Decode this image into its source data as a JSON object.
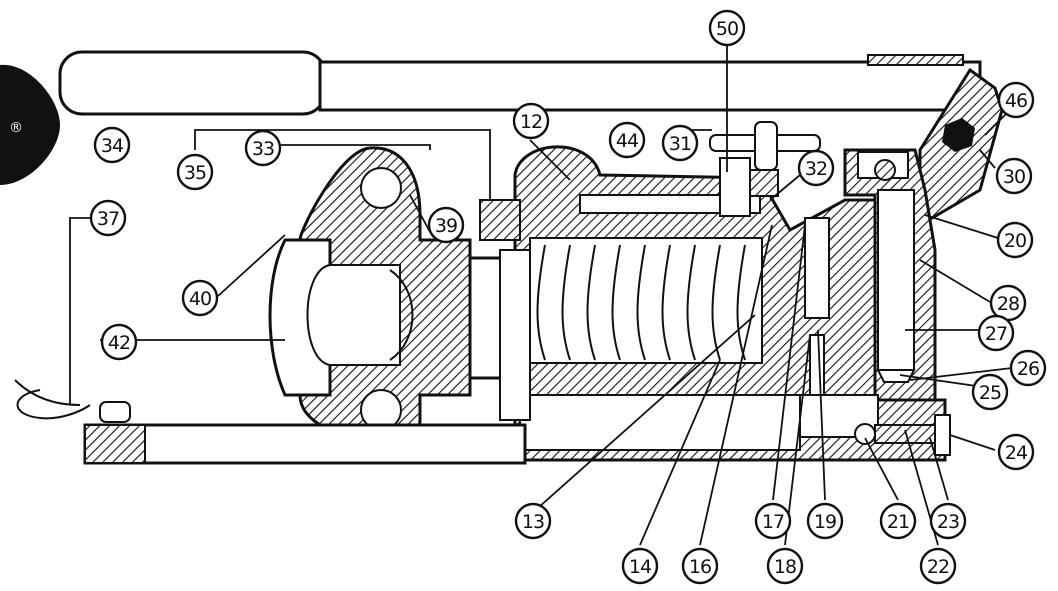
{
  "diagram": {
    "logo_mark": "®",
    "callouts": [
      {
        "id": "c50",
        "label": "50"
      },
      {
        "id": "c46",
        "label": "46"
      },
      {
        "id": "c12",
        "label": "12"
      },
      {
        "id": "c44",
        "label": "44"
      },
      {
        "id": "c31",
        "label": "31"
      },
      {
        "id": "c32",
        "label": "32"
      },
      {
        "id": "c30",
        "label": "30"
      },
      {
        "id": "c34",
        "label": "34"
      },
      {
        "id": "c33",
        "label": "33"
      },
      {
        "id": "c35",
        "label": "35"
      },
      {
        "id": "c37",
        "label": "37"
      },
      {
        "id": "c39",
        "label": "39"
      },
      {
        "id": "c20",
        "label": "20"
      },
      {
        "id": "c40",
        "label": "40"
      },
      {
        "id": "c28",
        "label": "28"
      },
      {
        "id": "c42",
        "label": "42"
      },
      {
        "id": "c27",
        "label": "27"
      },
      {
        "id": "c26",
        "label": "26"
      },
      {
        "id": "c25",
        "label": "25"
      },
      {
        "id": "c24",
        "label": "24"
      },
      {
        "id": "c13",
        "label": "13"
      },
      {
        "id": "c17",
        "label": "17"
      },
      {
        "id": "c19",
        "label": "19"
      },
      {
        "id": "c21",
        "label": "21"
      },
      {
        "id": "c23",
        "label": "23"
      },
      {
        "id": "c14",
        "label": "14"
      },
      {
        "id": "c16",
        "label": "16"
      },
      {
        "id": "c18",
        "label": "18"
      },
      {
        "id": "c22",
        "label": "22"
      }
    ]
  }
}
